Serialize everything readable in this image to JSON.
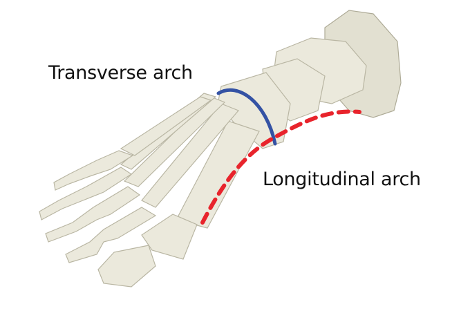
{
  "labels": {
    "transverse": "Transverse arch",
    "longitudinal": "Longitudinal arch"
  },
  "colors": {
    "transverse_arch_line": "#3452a4",
    "longitudinal_arch_line": "#e8242c",
    "bone": "#ebe9dc",
    "background": "#ffffff"
  },
  "figure": {
    "subject": "foot skeleton, dorsal oblique view",
    "annotations": [
      {
        "name": "Transverse arch",
        "style": "solid blue curve"
      },
      {
        "name": "Longitudinal arch",
        "style": "dashed red curve"
      }
    ]
  }
}
